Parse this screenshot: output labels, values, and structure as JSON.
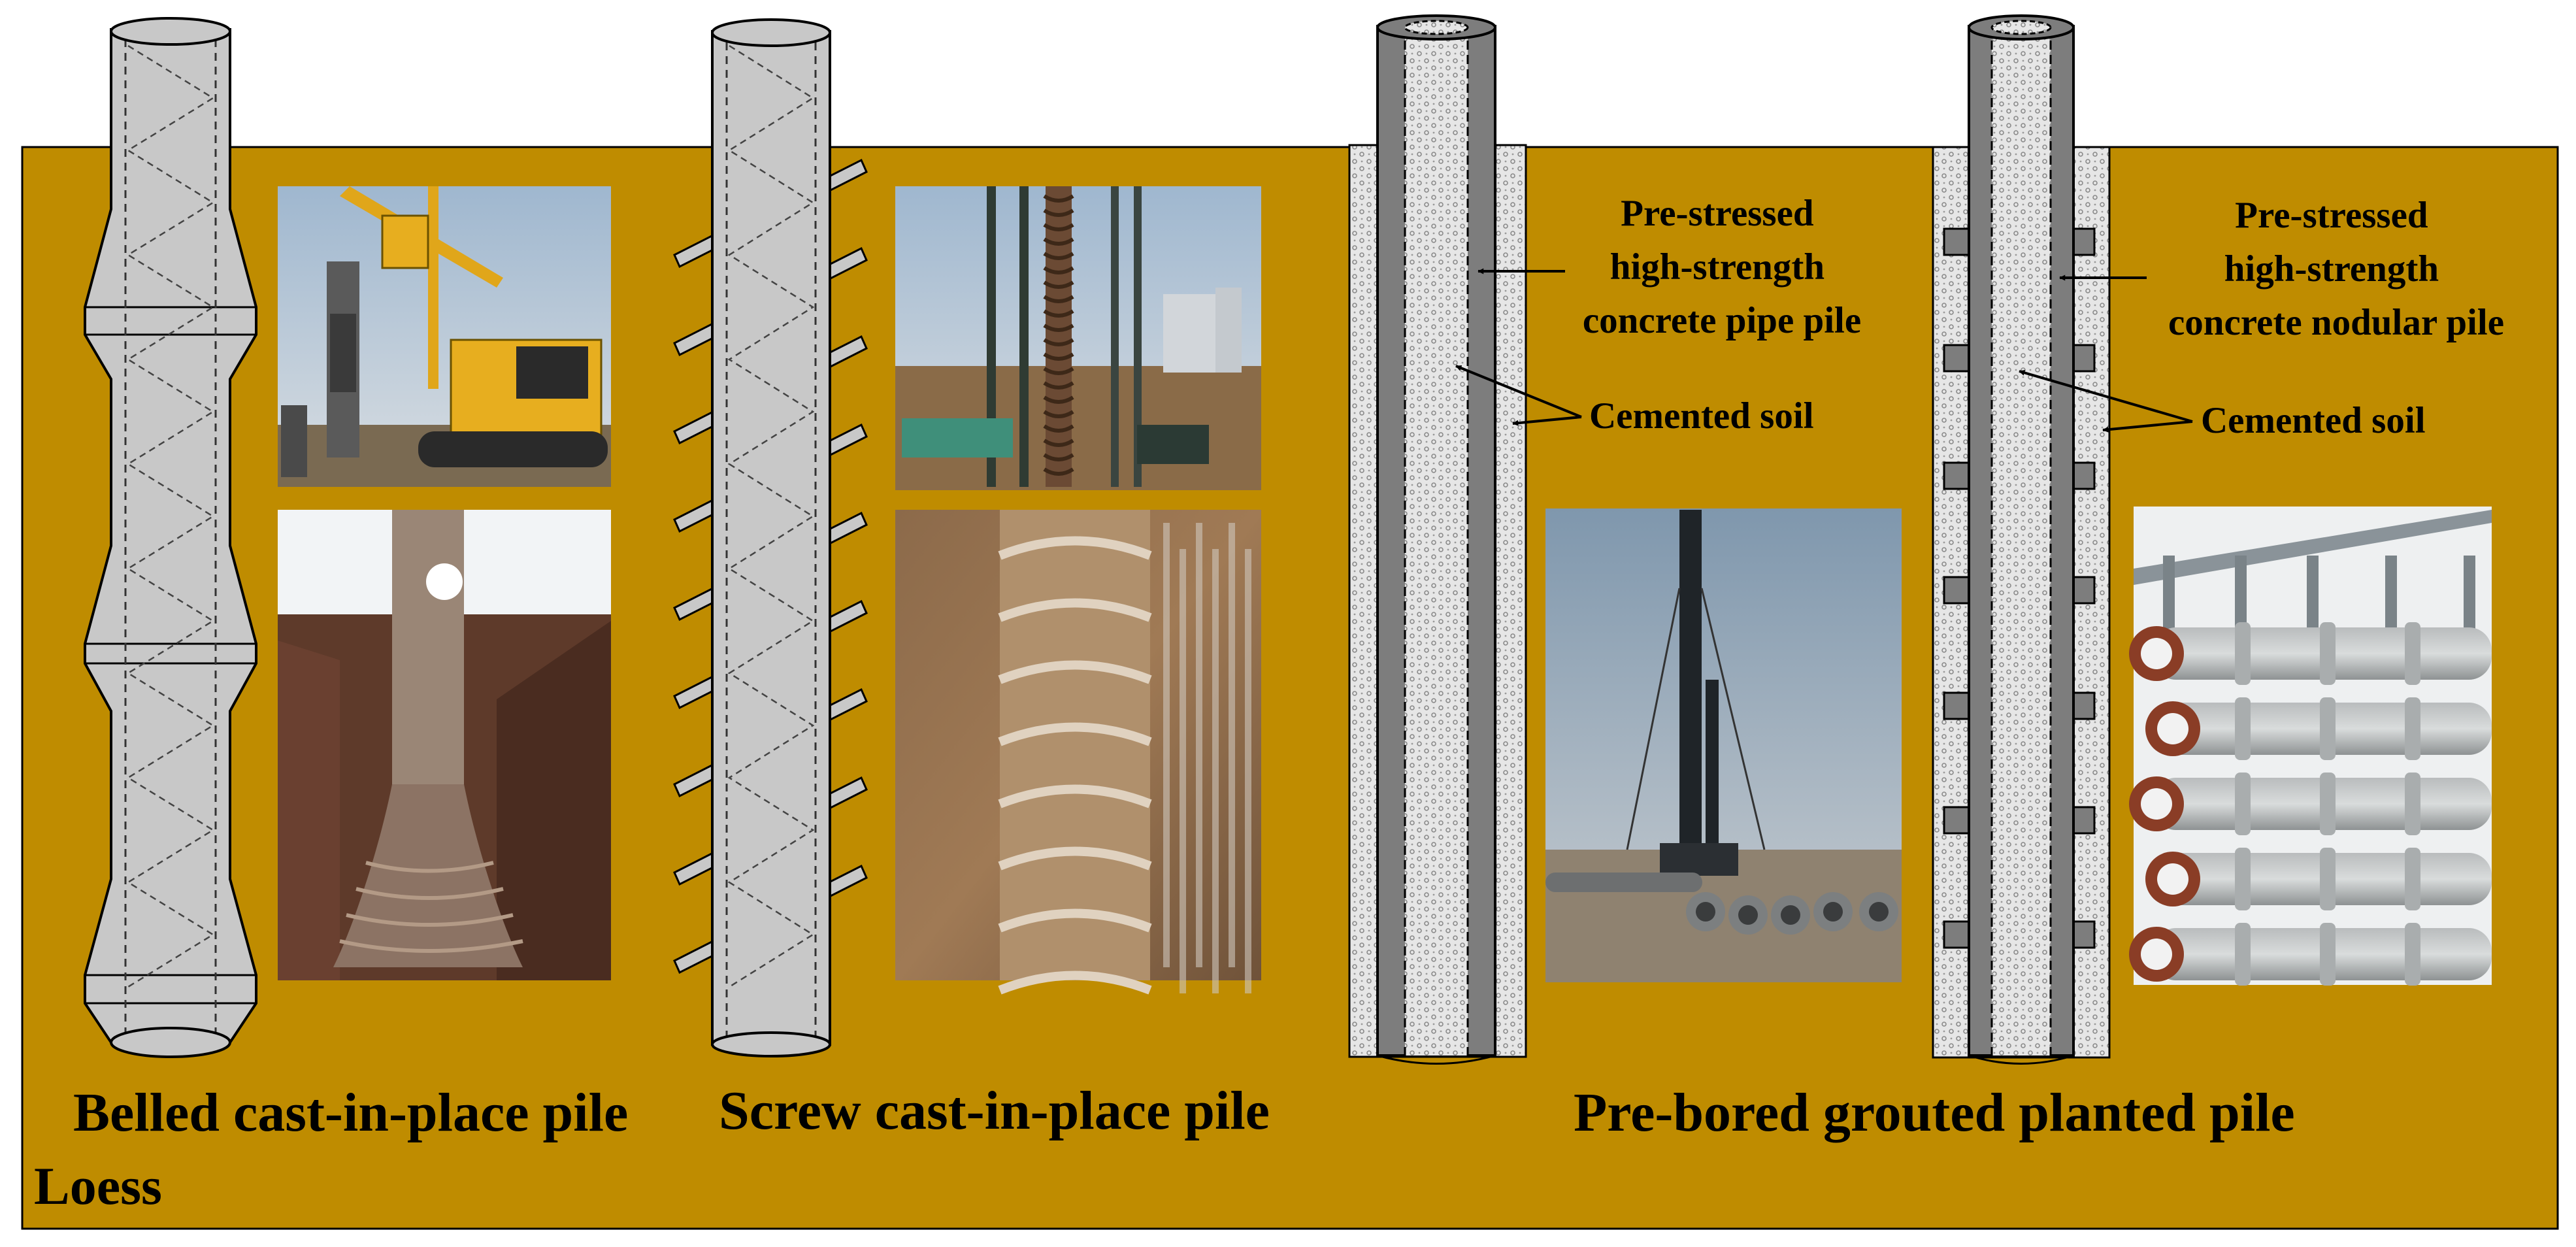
{
  "colors": {
    "soil": "#bf8c00",
    "pile_fill": "#c8c8c8",
    "pile_dark": "#7d7d7d",
    "cemented_soil": "#e3e3e3",
    "outline": "#000000"
  },
  "soil_layer": {
    "label": "Loess"
  },
  "piles": [
    {
      "id": "belled",
      "title": "Belled cast-in-place pile",
      "photos": [
        "rotary-drilling-rig-photo",
        "excavated-belled-pile-photo"
      ]
    },
    {
      "id": "screw",
      "title": "Screw cast-in-place pile",
      "photos": [
        "screw-pile-drilling-rig-photo",
        "excavated-screw-pile-photo"
      ]
    },
    {
      "id": "pre-bored",
      "title": "Pre-bored grouted planted pile",
      "photos": [
        "pile-driving-rig-photo",
        "nodular-piles-stack-photo"
      ]
    }
  ],
  "annotations": {
    "pipe_pile": [
      "Pre-stressed",
      "high-strength",
      "concrete pipe pile"
    ],
    "pipe_cemented": "Cemented soil",
    "nodular_pile": [
      "Pre-stressed",
      "high-strength",
      "concrete nodular pile"
    ],
    "nodular_cemented": "Cemented soil"
  }
}
